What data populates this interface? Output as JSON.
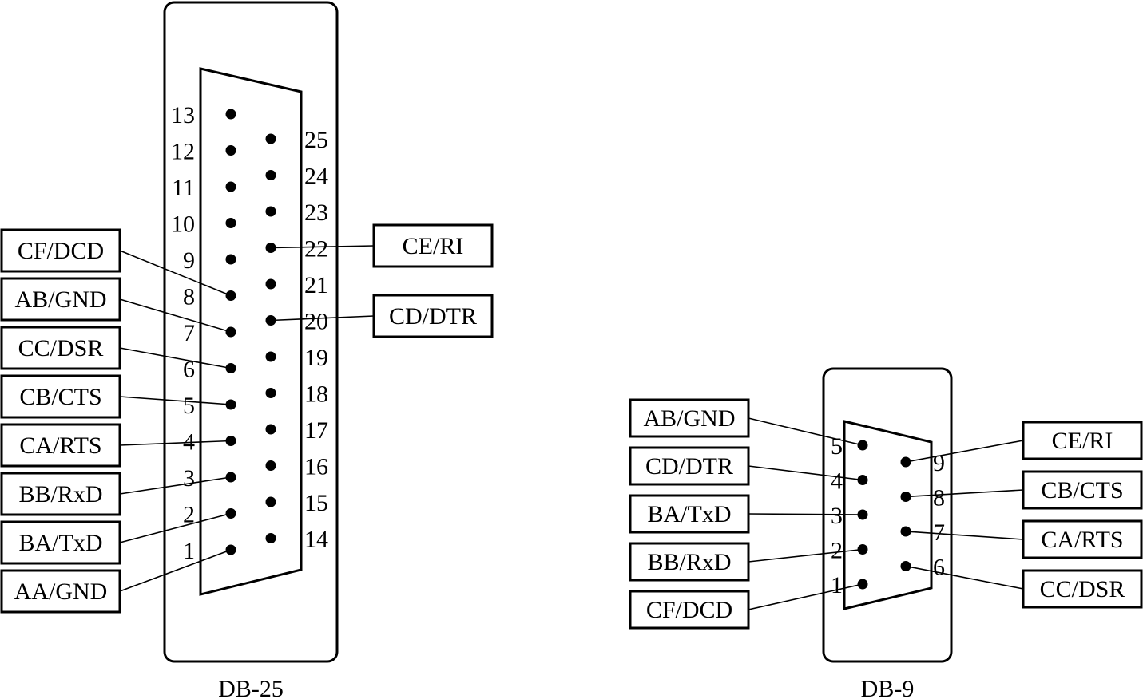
{
  "db25": {
    "caption": "DB-25",
    "pins_left": [
      "13",
      "12",
      "11",
      "10",
      "9",
      "8",
      "7",
      "6",
      "5",
      "4",
      "3",
      "2",
      "1"
    ],
    "pins_right": [
      "25",
      "24",
      "23",
      "22",
      "21",
      "20",
      "19",
      "18",
      "17",
      "16",
      "15",
      "14"
    ],
    "left_signals": [
      {
        "label": "CF/DCD",
        "pin": "8"
      },
      {
        "label": "AB/GND",
        "pin": "7"
      },
      {
        "label": "CC/DSR",
        "pin": "6"
      },
      {
        "label": "CB/CTS",
        "pin": "5"
      },
      {
        "label": "CA/RTS",
        "pin": "4"
      },
      {
        "label": "BB/RxD",
        "pin": "3"
      },
      {
        "label": "BA/TxD",
        "pin": "2"
      },
      {
        "label": "AA/GND",
        "pin": "1"
      }
    ],
    "right_signals": [
      {
        "label": "CE/RI",
        "pin": "22"
      },
      {
        "label": "CD/DTR",
        "pin": "20"
      }
    ]
  },
  "db9": {
    "caption": "DB-9",
    "pins_left": [
      "5",
      "4",
      "3",
      "2",
      "1"
    ],
    "pins_right": [
      "9",
      "8",
      "7",
      "6"
    ],
    "left_signals": [
      {
        "label": "AB/GND",
        "pin": "5"
      },
      {
        "label": "CD/DTR",
        "pin": "4"
      },
      {
        "label": "BA/TxD",
        "pin": "3"
      },
      {
        "label": "BB/RxD",
        "pin": "2"
      },
      {
        "label": "CF/DCD",
        "pin": "1"
      }
    ],
    "right_signals": [
      {
        "label": "CE/RI",
        "pin": "9"
      },
      {
        "label": "CB/CTS",
        "pin": "8"
      },
      {
        "label": "CA/RTS",
        "pin": "7"
      },
      {
        "label": "CC/DSR",
        "pin": "6"
      }
    ]
  }
}
